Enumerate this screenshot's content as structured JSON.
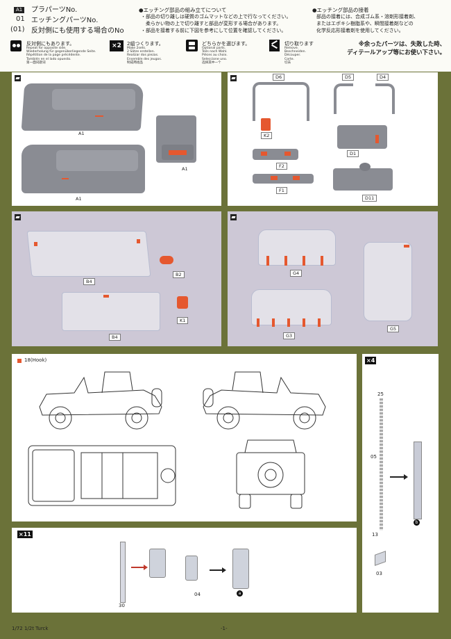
{
  "header": {
    "badge": "A1",
    "num1": "01",
    "num2": "(01)",
    "title1": "プラパーツNo.",
    "title2": "エッチングパーツNo.",
    "title3": "反対側にも使用する場合のNo",
    "etch_assembly": "●エッチング部品の組み立てについて",
    "etch_assembly_l1": "・部品の切り離しは硬質のゴムマットなどの上で行なってください。",
    "etch_assembly_l2": "柔らかい物の上で切り離すと部品が変形する場合があります。",
    "etch_assembly_l3": "・部品を接着する前に下図を参考にして位置を確認してください。",
    "etch_glue": "●エッチング部品の接着",
    "etch_glue_l1": "部品の接着には、合成ゴム系・溶剤形接着剤、",
    "etch_glue_l2": "またはエポキシ樹脂系や、瞬間接着剤などの",
    "etch_glue_l3": "化学反応形接着剤を使用してください。"
  },
  "legend": [
    {
      "jp": "反対側にもあります。",
      "en": "Repeat for opposite side.\nWiederholung für gegenüberliegende Seite.\nRépétition de la page précédente.\nTambién en el lado opuesto.\n第一面词题词"
    },
    {
      "jp": "2組つくります。",
      "en": "Make 2sets.\n2 Sätze erstellen.\nRealizar dos piezas.\nEnsemble des jeugos.\n制成两组品"
    },
    {
      "jp": "どちらかを選びます。",
      "en": "Optional parts.\nTeils nach Wahl.\nPièces au choix.\nSeleccione uno.\n选择其中一个"
    },
    {
      "jp": "切り取ります",
      "en": "Remove.\nBeschneiden.\nDécouper.\nCorte.\n切去"
    }
  ],
  "leftover_note": "※余ったパーツは、失敗した時、\nディテールアップ等にお使い下さい。",
  "step_badge_times2": "×2",
  "labels": {
    "a1_top": "A1",
    "a1_hood": "A1",
    "a1_bottom": "A1",
    "d6": "D6",
    "d5": "D5",
    "d4": "D4",
    "k2": "K2",
    "d1": "D1",
    "f2": "F2",
    "f1": "F1",
    "d11": "D11",
    "b2": "B2",
    "b4_top": "B4",
    "k1": "K1",
    "b4_bottom": "B4",
    "g4": "G4",
    "g3": "G3",
    "g5": "G5"
  },
  "hook_legend": "18(Hook)",
  "x4_badge": "×4",
  "x11_badge": "×11",
  "etch_parts": {
    "p25": "25",
    "p05": "05",
    "p13": "13",
    "p03": "03",
    "p30": "30",
    "p04": "04",
    "mark_b": "b",
    "mark_a": "a"
  },
  "footer": {
    "left": "1/72 1/2t Turck",
    "center": "-1-"
  },
  "colors": {
    "olive": "#6b7239",
    "accent_orange": "#e5582f",
    "part_grey": "#8a8c93"
  }
}
